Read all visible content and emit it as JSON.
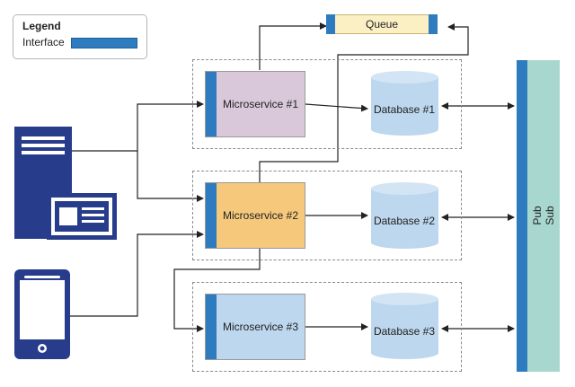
{
  "legend": {
    "title": "Legend",
    "interface_label": "Interface"
  },
  "queue": {
    "label": "Queue"
  },
  "pubsub": {
    "label": "Pub Sub"
  },
  "services": [
    {
      "label": "Microservice #1"
    },
    {
      "label": "Microservice #2"
    },
    {
      "label": "Microservice #3"
    }
  ],
  "databases": [
    {
      "label": "Database #1"
    },
    {
      "label": "Database #2"
    },
    {
      "label": "Database #3"
    }
  ],
  "colors": {
    "interface": "#2e7bbf",
    "service_1": "#d8c8da",
    "service_2": "#f5c87c",
    "service_3": "#bdd7ee",
    "database": "#bdd7ee",
    "queue": "#fbf0c4",
    "pubsub": "#a8d7cf",
    "device": "#283c8c",
    "line": "#222222"
  },
  "icons": {
    "desktop": "desktop-computer-icon",
    "mobile": "mobile-phone-icon"
  }
}
